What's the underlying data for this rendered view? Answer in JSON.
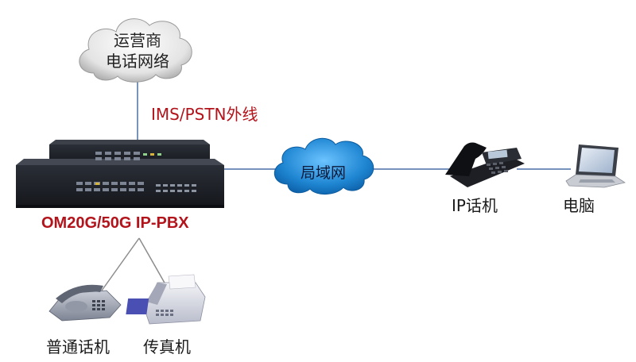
{
  "carrier_cloud": {
    "line1": "运营商",
    "line2": "电话网络"
  },
  "trunk_label": "IMS/PSTN外线",
  "lan_cloud": {
    "label": "局域网"
  },
  "pbx": {
    "label": "OM20G/50G IP-PBX"
  },
  "ip_phone": {
    "label": "IP话机"
  },
  "computer": {
    "label": "电脑"
  },
  "analog_phone": {
    "label": "普通话机"
  },
  "fax": {
    "label": "传真机"
  },
  "colors": {
    "accent_red": "#b3131b",
    "link_blue": "#4a6fa5",
    "lan_cloud": "#2e8fd6"
  }
}
